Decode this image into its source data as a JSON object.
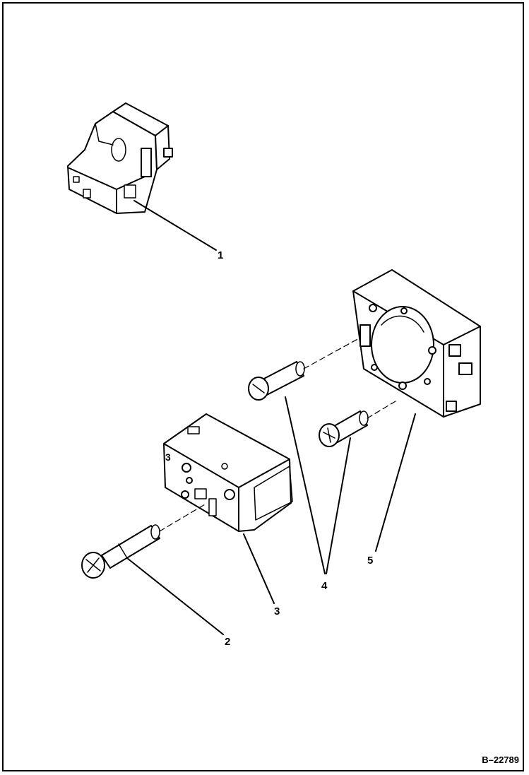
{
  "callouts": {
    "c1": "1",
    "c2": "2",
    "c3": "3",
    "c4": "4",
    "c5": "5"
  },
  "part_marking": "3",
  "figure_id": "B–22789",
  "colors": {
    "line": "#000000",
    "background": "#ffffff"
  }
}
